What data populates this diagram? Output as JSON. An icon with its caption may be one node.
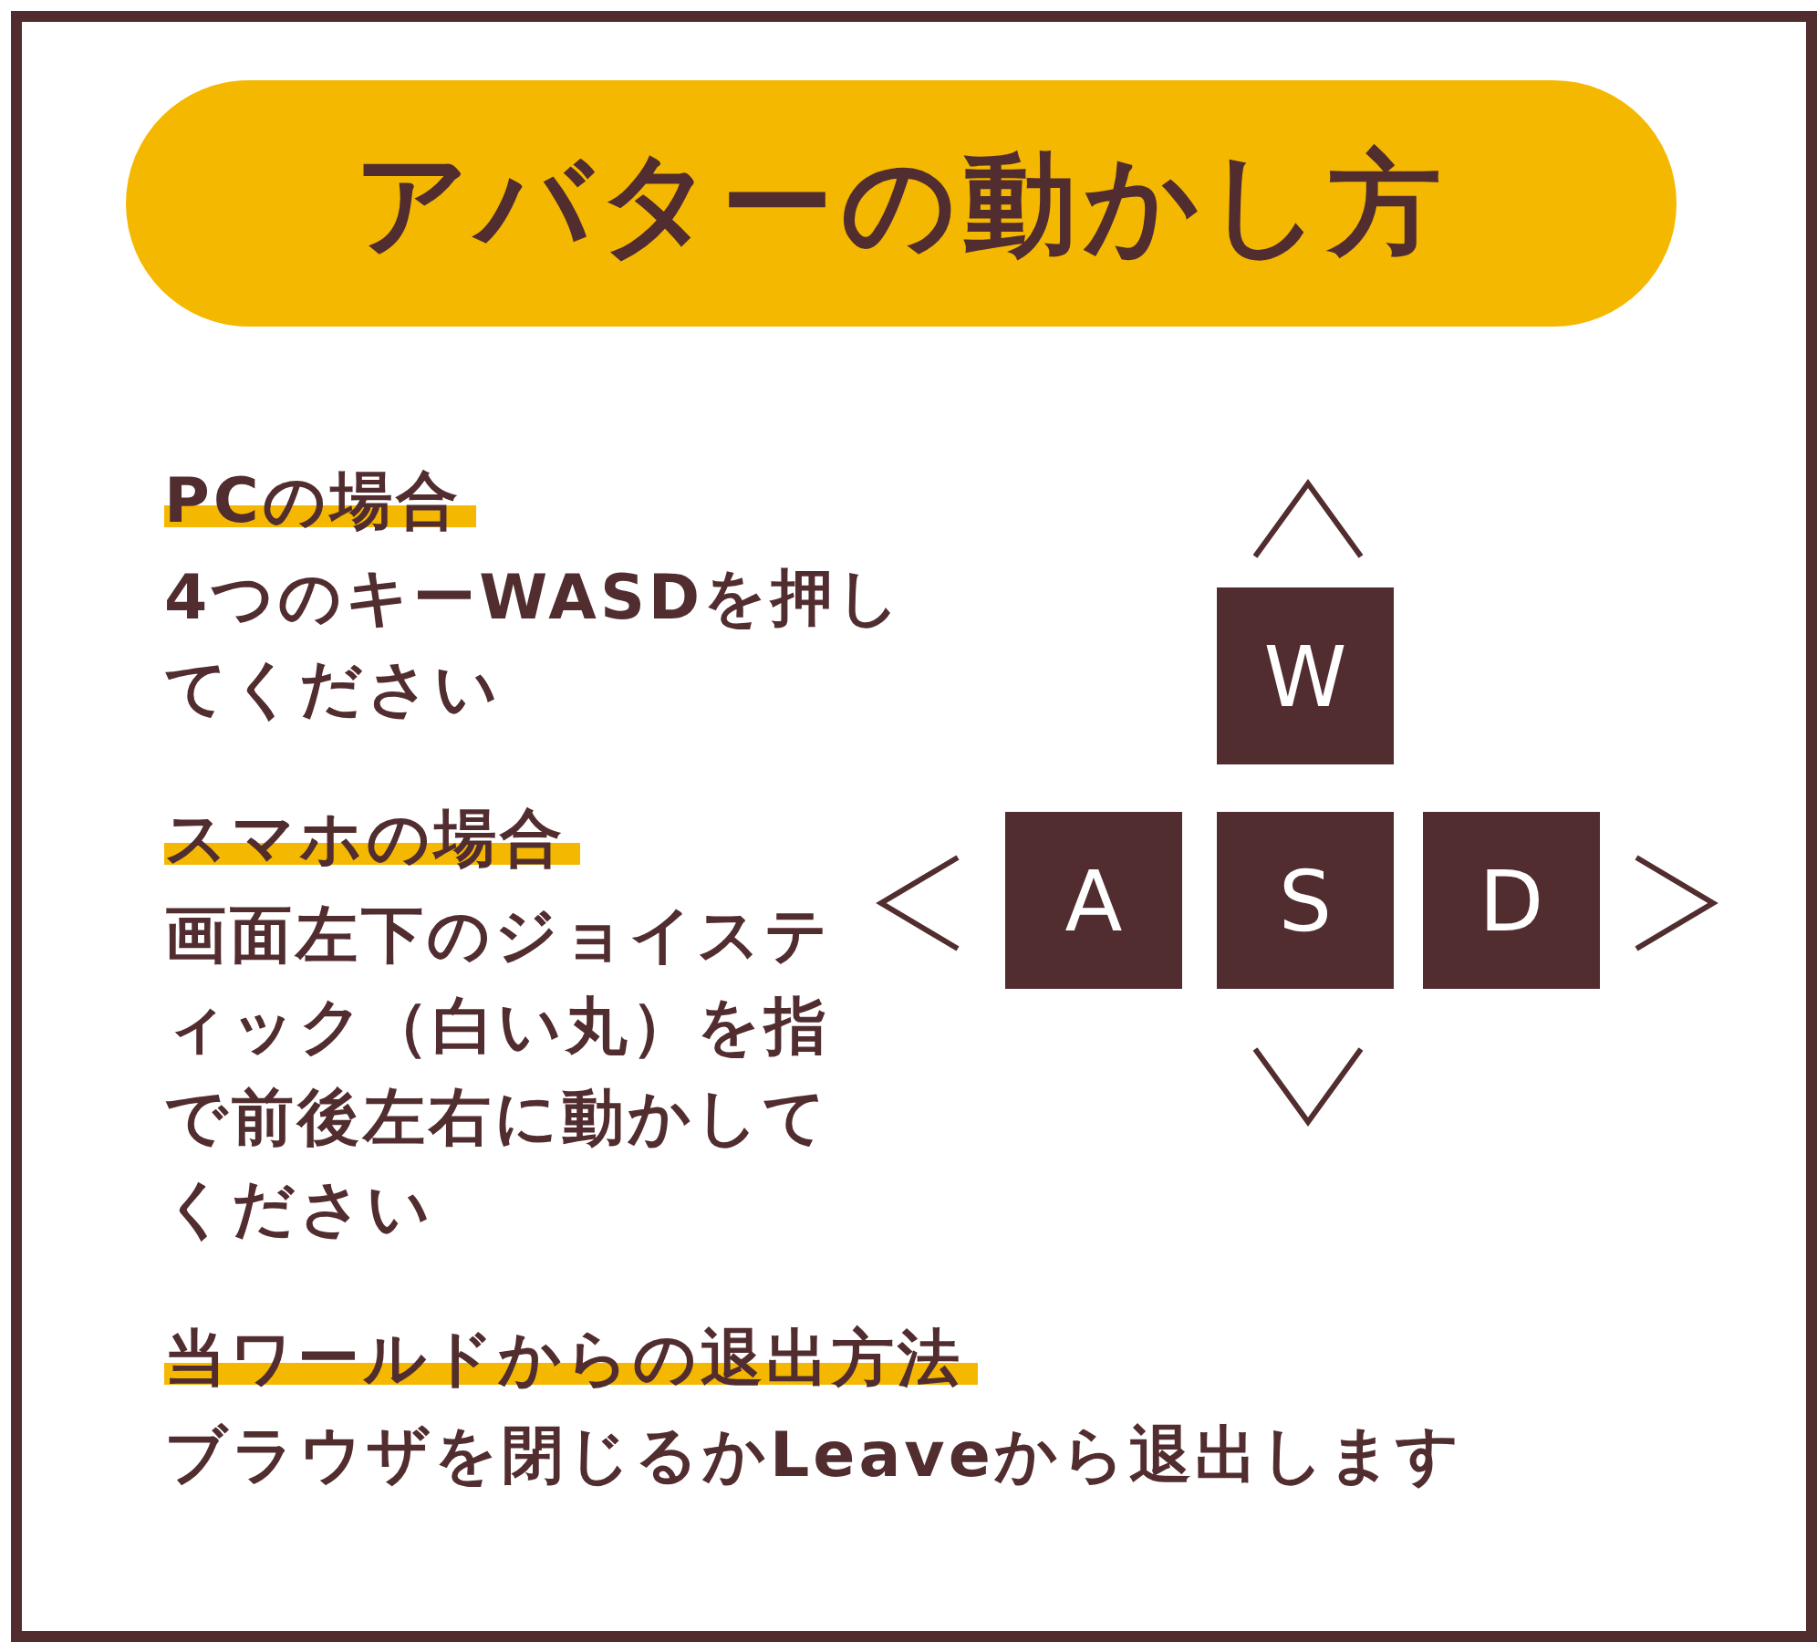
{
  "diagram": {
    "title": "アバターの動かし方",
    "nodes": [
      {
        "text": [
          "W"
        ]
      },
      {
        "text": [
          "A"
        ]
      },
      {
        "text": [
          "S"
        ]
      },
      {
        "text": [
          "D"
        ]
      }
    ],
    "labels": [
      "PCの場合",
      "4つのキーWASDを押してください",
      "スマホの場合",
      "画面左下のジョイスティック（白い丸）を指で前後左右に動かしてください",
      "当ワールドからの退出方法",
      "ブラウザを閉じるかLeaveから退出します"
    ]
  }
}
